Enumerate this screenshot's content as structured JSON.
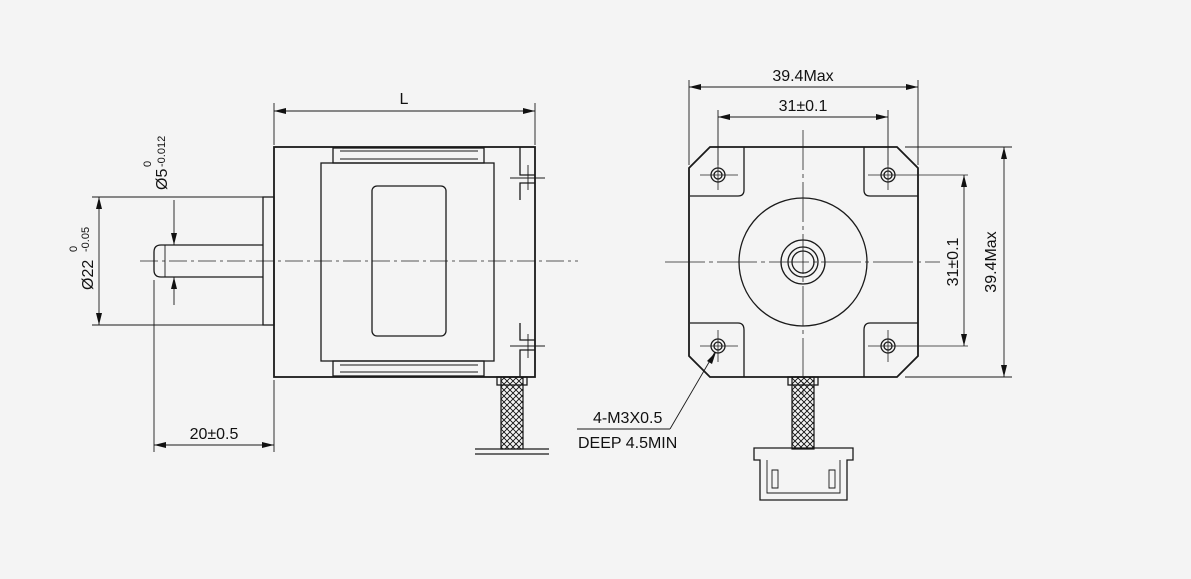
{
  "dimensions": {
    "length": "L",
    "shaft_diameter_main": "Ø5",
    "shaft_diameter_tol_upper": "0",
    "shaft_diameter_tol_lower": "-0.012",
    "boss_diameter_main": "Ø22",
    "boss_diameter_tol_upper": "0",
    "boss_diameter_tol_lower": "-0.05",
    "shaft_length": "20±0.5",
    "overall_width": "39.4Max",
    "hole_spacing_h": "31±0.1",
    "hole_spacing_v": "31±0.1",
    "overall_height": "39.4Max",
    "tap_spec_line1": "4-M3X0.5",
    "tap_spec_line2": "DEEP 4.5MIN"
  },
  "colors": {
    "line": "#1a1a1a",
    "background": "#f4f4f4"
  }
}
